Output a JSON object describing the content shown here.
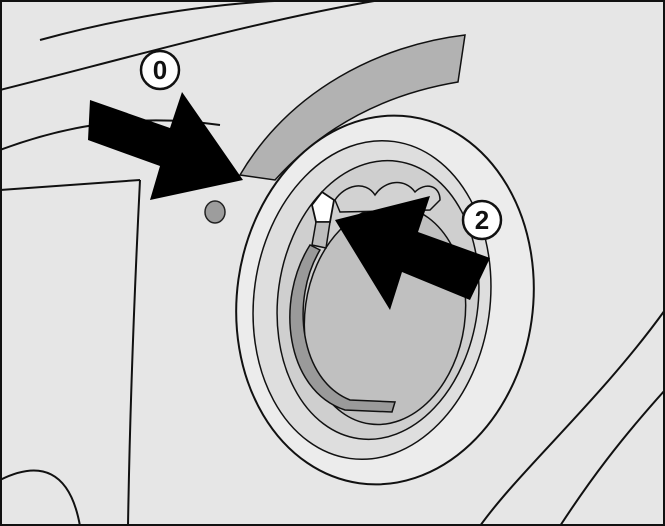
{
  "callouts": [
    {
      "label": "0",
      "target": "lamp-indicator"
    },
    {
      "label": "2",
      "target": "lens-release-tab"
    }
  ],
  "colors": {
    "outline": "#111111",
    "body_fill": "#e6e6e6",
    "panel_fill": "#dcdcdc",
    "ring_fill": "#e4e4e4",
    "ring_inner": "#cfcfcf",
    "lens_fill": "#c4c4c4",
    "slot_fill": "#9a9a9a",
    "arrow_fill": "#000000",
    "bubble_fill": "#ffffff"
  }
}
